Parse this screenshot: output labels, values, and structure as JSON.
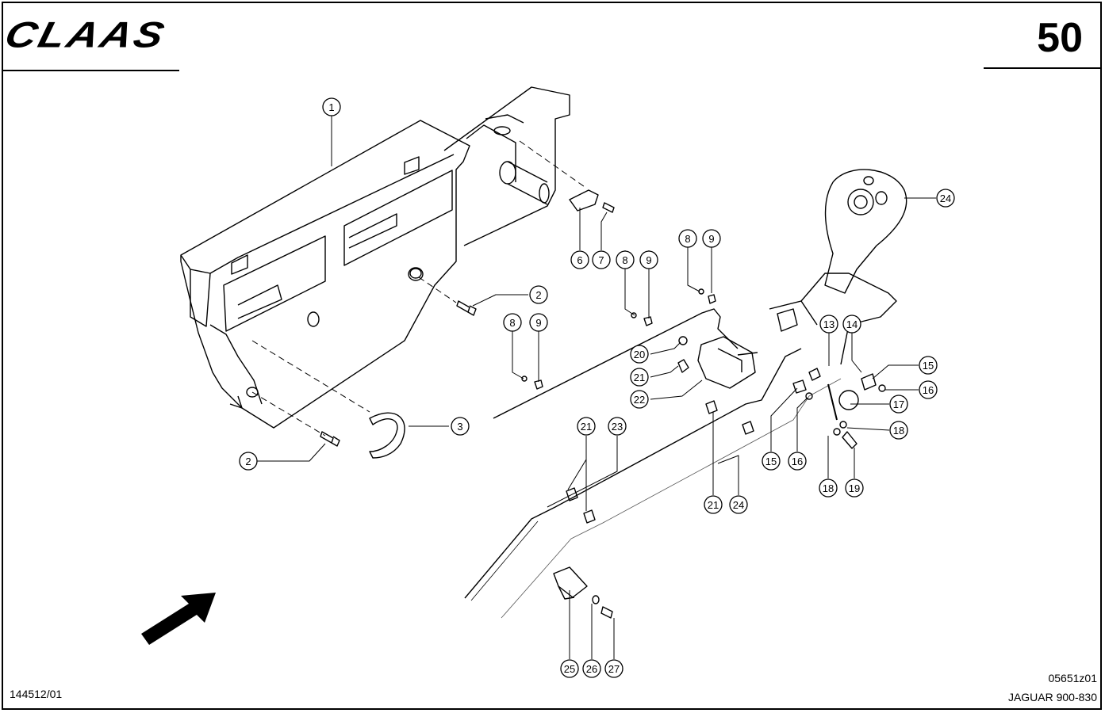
{
  "header": {
    "brand": "CLAAS",
    "page_number": "50"
  },
  "footer": {
    "drawing_id": "144512/01",
    "image_code": "05651z01",
    "model": "JAGUAR 900-830"
  },
  "callouts": [
    "1",
    "2",
    "2",
    "3",
    "6",
    "7",
    "8",
    "9",
    "8",
    "9",
    "8",
    "9",
    "20",
    "21",
    "22",
    "21",
    "23",
    "21",
    "24",
    "13",
    "14",
    "15",
    "16",
    "17",
    "18",
    "15",
    "16",
    "18",
    "19",
    "24",
    "25",
    "26",
    "27"
  ],
  "colors": {
    "line": "#000000",
    "paper": "#ffffff"
  },
  "icons": {
    "direction": "forward-arrow-icon"
  }
}
